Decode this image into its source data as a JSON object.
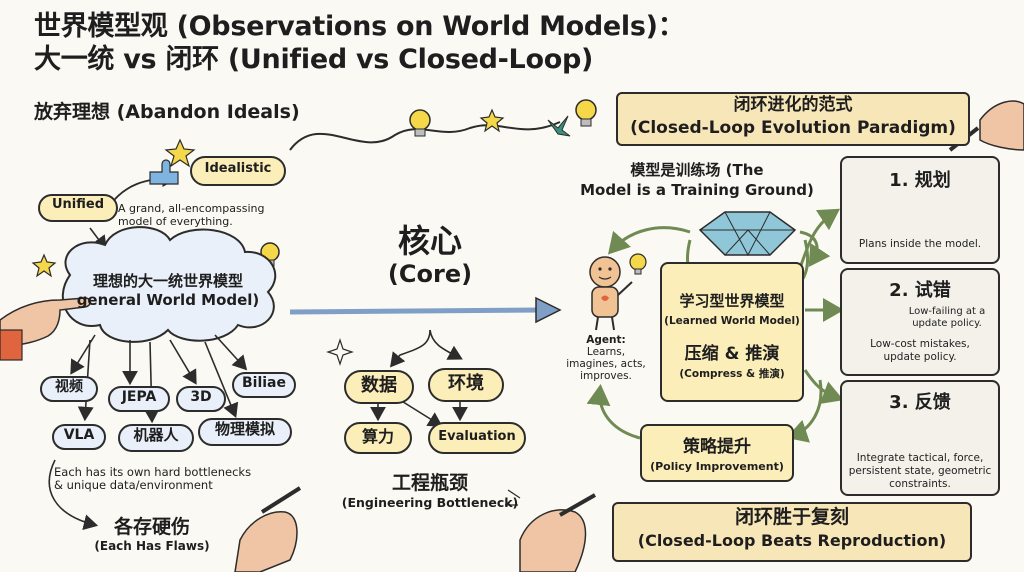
{
  "title_line1": "世界模型观 (Observations on World Models)：",
  "title_line2": "大一统 vs 闭环 (Unified vs Closed-Loop)",
  "subtitle": "放弃理想 (Abandon Ideals)",
  "left": {
    "unified": "Unified",
    "idealistic": "Idealistic",
    "grand_note_1": "A grand, all-encompassing",
    "grand_note_2": "model of everything.",
    "cloud_line1": "理想的大一统世界模型",
    "cloud_line2": "general World Model)",
    "tags": [
      "视频",
      "JEPA",
      "3D",
      "Biliae",
      "VLA",
      "机器人",
      "物理模拟"
    ],
    "bottleneck_1": "Each has its own hard bottlenecks",
    "bottleneck_2": "& unique data/environment",
    "flaws_cn": "各存硬伤",
    "flaws_en": "(Each Has Flaws)"
  },
  "center": {
    "core_cn": "核心",
    "core_en": "(Core)",
    "data": "数据",
    "env": "环境",
    "compute": "算力",
    "evaluation": "Evaluation",
    "eng_cn": "工程瓶颈",
    "eng_en": "(Engineering Bottleneck)"
  },
  "right": {
    "banner_top_1": "闭环进化的范式",
    "banner_top_2": "(Closed-Loop Evolution Paradigm)",
    "training_1": "模型是训练场 (The",
    "training_2": "Model is a Training Ground)",
    "agent_title": "Agent:",
    "agent_lines": [
      "Learns,",
      "imagines, acts,",
      "improves."
    ],
    "learned_cn": "学习型世界模型",
    "learned_en": "(Learned World Model)",
    "compress_cn": "压缩 & 推演",
    "compress_en": "(Compress & 推演)",
    "policy_cn": "策略提升",
    "policy_en": "(Policy Improvement)",
    "step1_title": "1. 规划",
    "step1_note": "Plans inside the model.",
    "step2_title": "2. 试错",
    "step2_note_a1": "Low-failing at a",
    "step2_note_a2": "update policy.",
    "step2_note_b1": "Low-cost mistakes,",
    "step2_note_b2": "update policy.",
    "step3_title": "3. 反馈",
    "step3_note_1": "Integrate tactical, force,",
    "step3_note_2": "persistent state, geometric",
    "step3_note_3": "constraints.",
    "banner_bottom_1": "闭环胜于复刻",
    "banner_bottom_2": "(Closed-Loop Beats Reproduction)"
  },
  "colors": {
    "banner": "#f7e6b7",
    "cloud": "#e9f0f9",
    "arrow_blue": "#7f9fc7",
    "arrow_green": "#a3b98a"
  }
}
